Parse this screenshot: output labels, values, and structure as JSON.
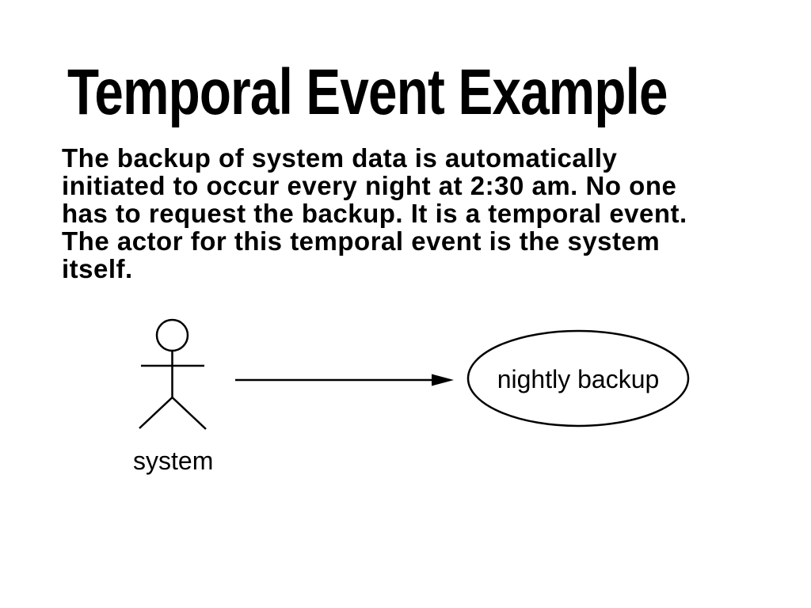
{
  "slide": {
    "title": "Temporal Event Example",
    "body_lines": [
      "The backup of system data is automatically",
      "initiated to occur every night at 2:30 am. No one",
      "has to request the backup. It is a temporal event.",
      "The actor for this temporal event is the system",
      "itself."
    ]
  },
  "diagram": {
    "type": "uml-use-case",
    "actor_label": "system",
    "use_case_label": "nightly backup",
    "actor_icon": "stick-figure",
    "connector_icon": "filled-arrow-right"
  },
  "colors": {
    "background": "#ffffff",
    "text": "#000000",
    "line": "#000000"
  }
}
